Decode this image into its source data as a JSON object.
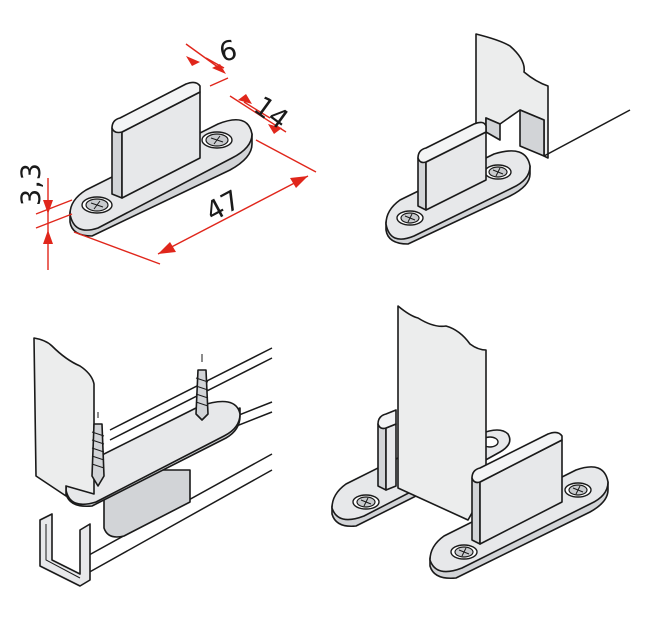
{
  "dimensions": {
    "width_top": "6",
    "width_base": "14",
    "length": "47",
    "height": "3,3"
  },
  "colors": {
    "dimension_line": "#e0261b",
    "part_fill": "#e7e8ea",
    "outline": "#1a1a1a"
  }
}
